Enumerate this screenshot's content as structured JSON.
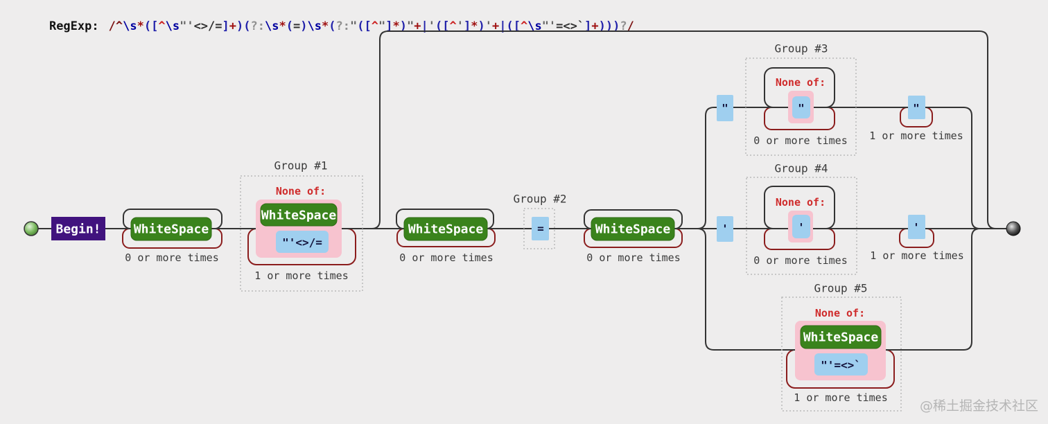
{
  "header": {
    "label": "RegExp:",
    "regex_segments": [
      {
        "t": "/",
        "c": "delim"
      },
      {
        "t": "^",
        "c": "delim"
      },
      {
        "t": "\\s",
        "c": "esc"
      },
      {
        "t": "*",
        "c": "quant"
      },
      {
        "t": "(",
        "c": "paren"
      },
      {
        "t": "[",
        "c": "paren"
      },
      {
        "t": "^",
        "c": "neg"
      },
      {
        "t": "\\s",
        "c": "esc"
      },
      {
        "t": "\"'",
        "c": "qlit"
      },
      {
        "t": "<>/=",
        "c": "lit"
      },
      {
        "t": "]",
        "c": "paren"
      },
      {
        "t": "+",
        "c": "quant"
      },
      {
        "t": ")",
        "c": "paren"
      },
      {
        "t": "(",
        "c": "paren"
      },
      {
        "t": "?:",
        "c": "meta"
      },
      {
        "t": "\\s",
        "c": "esc"
      },
      {
        "t": "*",
        "c": "quant"
      },
      {
        "t": "(",
        "c": "paren"
      },
      {
        "t": "=",
        "c": "lit"
      },
      {
        "t": ")",
        "c": "paren"
      },
      {
        "t": "\\s",
        "c": "esc"
      },
      {
        "t": "*",
        "c": "quant"
      },
      {
        "t": "(",
        "c": "paren"
      },
      {
        "t": "?:",
        "c": "meta"
      },
      {
        "t": "\"",
        "c": "qlit"
      },
      {
        "t": "(",
        "c": "paren"
      },
      {
        "t": "[",
        "c": "paren"
      },
      {
        "t": "^",
        "c": "neg"
      },
      {
        "t": "\"",
        "c": "qlit"
      },
      {
        "t": "]",
        "c": "paren"
      },
      {
        "t": "*",
        "c": "quant"
      },
      {
        "t": ")",
        "c": "paren"
      },
      {
        "t": "\"",
        "c": "qlit"
      },
      {
        "t": "+",
        "c": "quant"
      },
      {
        "t": "|",
        "c": "paren"
      },
      {
        "t": "'",
        "c": "qlit"
      },
      {
        "t": "(",
        "c": "paren"
      },
      {
        "t": "[",
        "c": "paren"
      },
      {
        "t": "^",
        "c": "neg"
      },
      {
        "t": "'",
        "c": "qlit"
      },
      {
        "t": "]",
        "c": "paren"
      },
      {
        "t": "*",
        "c": "quant"
      },
      {
        "t": ")",
        "c": "paren"
      },
      {
        "t": "'",
        "c": "qlit"
      },
      {
        "t": "+",
        "c": "quant"
      },
      {
        "t": "|",
        "c": "paren"
      },
      {
        "t": "(",
        "c": "paren"
      },
      {
        "t": "[",
        "c": "paren"
      },
      {
        "t": "^",
        "c": "neg"
      },
      {
        "t": "\\s",
        "c": "esc"
      },
      {
        "t": "\"'",
        "c": "qlit"
      },
      {
        "t": "=<>`",
        "c": "lit"
      },
      {
        "t": "]",
        "c": "paren"
      },
      {
        "t": "+",
        "c": "quant"
      },
      {
        "t": ")",
        "c": "paren"
      },
      {
        "t": ")",
        "c": "paren"
      },
      {
        "t": ")",
        "c": "paren"
      },
      {
        "t": "?",
        "c": "meta"
      },
      {
        "t": "/",
        "c": "delim"
      }
    ]
  },
  "diagram": {
    "labels": {
      "begin": "Begin!",
      "whitespace": "WhiteSpace",
      "none_of": "None of:",
      "zero_or_more": "0 or more times",
      "one_or_more": "1 or more times"
    },
    "groups": {
      "g1": "Group #1",
      "g2": "Group #2",
      "g3": "Group #3",
      "g4": "Group #4",
      "g5": "Group #5"
    },
    "charsets": {
      "g1_chars": "\"'<>/=",
      "eq": "=",
      "dq": "\"",
      "sq": "'",
      "g5_chars": "\"'=<>`"
    }
  },
  "watermark": "@稀土掘金技术社区",
  "palette": {
    "bg": "#eeeded",
    "line": "#333333",
    "loop": "#8b1d1d",
    "label": "#3a3a3a",
    "none_of": "#cf2b2b",
    "dotted": "#b9b9b9",
    "box_green": "#3a831c",
    "box_green_border": "#2e6b14",
    "box_purple": "#41137e",
    "box_pink": "#f7c3cf",
    "box_blue": "#9fcfef",
    "box_blue_text": "#14143c",
    "watermark": "#b5b5b5",
    "rx_label": "#111111",
    "rx_delim": "#7a1010",
    "rx_esc": "#0000a0",
    "rx_quant": "#a01212",
    "rx_paren": "#2222aa",
    "rx_meta": "#909090",
    "rx_lit": "#303030",
    "rx_qlit": "#666666",
    "rx_neg": "#cc2222"
  }
}
